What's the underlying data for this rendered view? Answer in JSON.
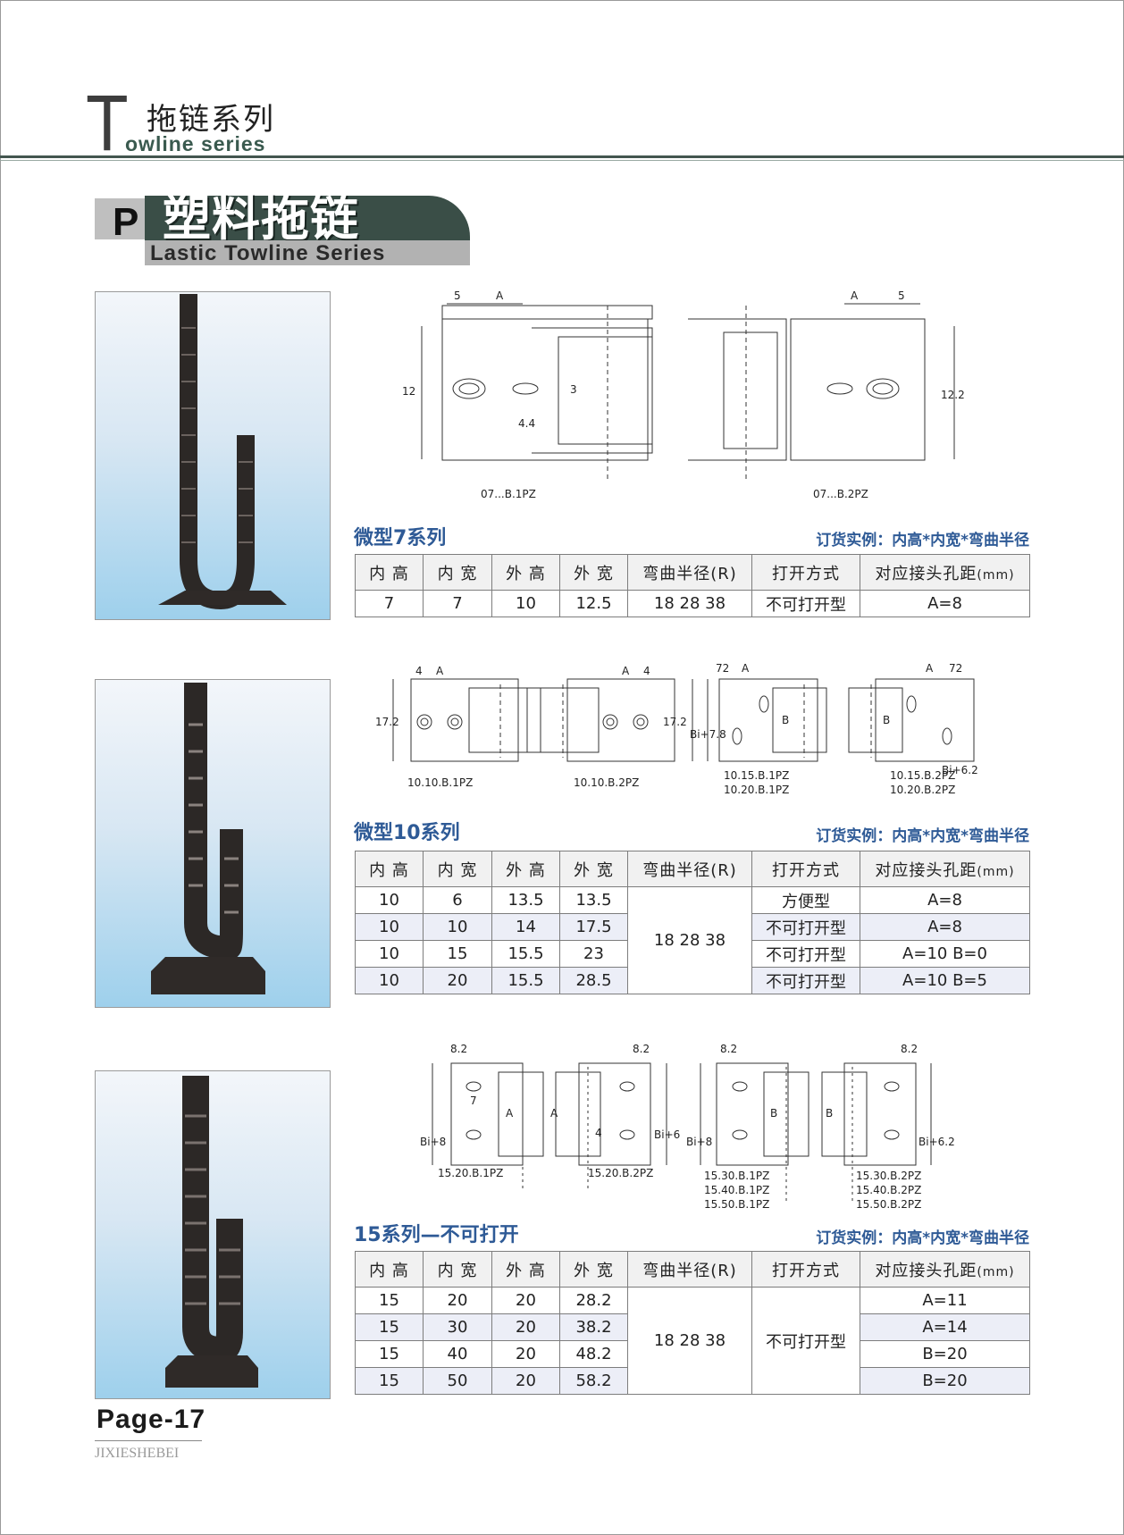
{
  "header": {
    "letter": "T",
    "title_cn": "拖链系列",
    "title_en": "owline series"
  },
  "banner": {
    "letter": "P",
    "title_cn": "塑料拖链",
    "title_en": "Lastic Towline Series"
  },
  "columns": {
    "inner_height": "内 高",
    "inner_width": "内 宽",
    "outer_height": "外 高",
    "outer_width": "外 宽",
    "bend_radius": "弯曲半径(R)",
    "open_type": "打开方式",
    "hole_distance": "对应接头孔距",
    "hole_unit": "(mm)"
  },
  "order_example": "订货实例：内高*内宽*弯曲半径",
  "sections": [
    {
      "title": "微型7系列",
      "drawing_labels": {
        "left_part": "07...B.1PZ",
        "right_part": "07...B.2PZ",
        "dim_5": "5",
        "dim_a": "A",
        "dim_12": "12",
        "dim_3": "3",
        "dim_44": "4.4",
        "dim_122": "12.2"
      },
      "rows": [
        [
          "7",
          "7",
          "10",
          "12.5",
          "18  28  38",
          "不可打开型",
          "A=8"
        ]
      ]
    },
    {
      "title": "微型10系列",
      "drawing_labels": {
        "part_a1": "10.10.B.1PZ",
        "part_a2": "10.10.B.2PZ",
        "part_b1a": "10.15.B.1PZ",
        "part_b1b": "10.20.B.1PZ",
        "part_b2a": "10.15.B.2PZ",
        "part_b2b": "10.20.B.2PZ",
        "dim_4": "4",
        "dim_a": "A",
        "dim_172": "17.2",
        "dim_72": "72",
        "dim_b": "B",
        "dim_bi78": "Bi+7.8",
        "dim_bi62": "Bi+6.2"
      },
      "bend_radius": "18  28  38",
      "rows": [
        [
          "10",
          "6",
          "13.5",
          "13.5",
          "方便型",
          "A=8"
        ],
        [
          "10",
          "10",
          "14",
          "17.5",
          "不可打开型",
          "A=8"
        ],
        [
          "10",
          "15",
          "15.5",
          "23",
          "不可打开型",
          "A=10    B=0"
        ],
        [
          "10",
          "20",
          "15.5",
          "28.5",
          "不可打开型",
          "A=10    B=5"
        ]
      ]
    },
    {
      "title": "15系列—不可打开",
      "drawing_labels": {
        "part_a1": "15.20.B.1PZ",
        "part_a2": "15.20.B.2PZ",
        "part_b1a": "15.30.B.1PZ",
        "part_b1b": "15.40.B.1PZ",
        "part_b1c": "15.50.B.1PZ",
        "part_b2a": "15.30.B.2PZ",
        "part_b2b": "15.40.B.2PZ",
        "part_b2c": "15.50.B.2PZ",
        "dim_82": "8.2",
        "dim_7": "7",
        "dim_4": "4",
        "dim_a": "A",
        "dim_b": "B",
        "dim_bi8": "Bi+8",
        "dim_bi6": "Bi+6",
        "dim_bi62": "Bi+6.2"
      },
      "bend_radius": "18  28  38",
      "open_type": "不可打开型",
      "rows": [
        [
          "15",
          "20",
          "20",
          "28.2",
          "A=11"
        ],
        [
          "15",
          "30",
          "20",
          "38.2",
          "A=14"
        ],
        [
          "15",
          "40",
          "20",
          "48.2",
          "B=20"
        ],
        [
          "15",
          "50",
          "20",
          "58.2",
          "B=20"
        ]
      ]
    }
  ],
  "footer": {
    "page": "Page-17",
    "brand": "JIXIESHEBEI"
  },
  "colors": {
    "accent_blue": "#2e5a96",
    "banner_dark": "#3a4e47",
    "row_tint": "#eceef7"
  }
}
